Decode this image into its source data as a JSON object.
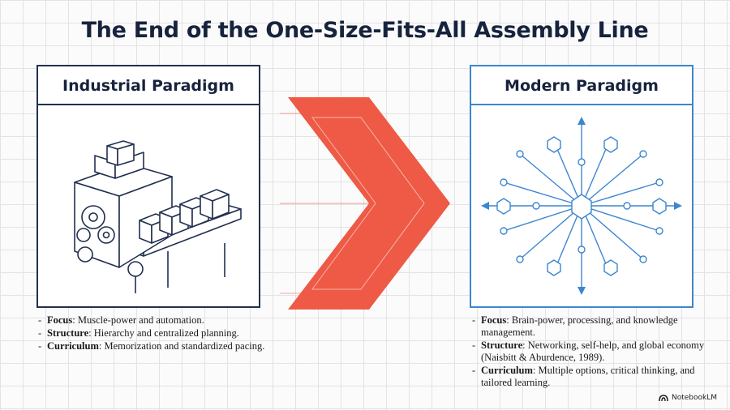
{
  "title": "The End of the One-Size-Fits-All Assembly Line",
  "left_panel": {
    "heading": "Industrial Paradigm",
    "bullets": [
      {
        "label": "Focus",
        "text": " Muscle-power and automation."
      },
      {
        "label": "Structure",
        "text": " Hierarchy and centralized planning."
      },
      {
        "label": "Curriculum",
        "text": " Memorization and standardized pacing."
      }
    ]
  },
  "right_panel": {
    "heading": "Modern Paradigm",
    "bullets": [
      {
        "label": "Focus",
        "text": " Brain-power, processing, and knowledge management."
      },
      {
        "label": "Structure",
        "text": " Networking, self-help, and global economy (Naisbitt & Aburdence, 1989)."
      },
      {
        "label": "Curriculum",
        "text": " Multiple options, critical thinking, and tailored learning."
      }
    ]
  },
  "brand": "NotebookLM",
  "colors": {
    "navy": "#22304f",
    "blue": "#3d86cf",
    "arrow": "#ee5a45"
  }
}
